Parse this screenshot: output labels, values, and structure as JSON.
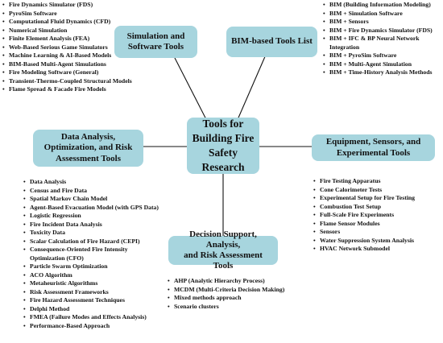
{
  "center_title": "Tools for\nBuilding Fire\nSafety Research",
  "categories": {
    "simulation": "Simulation and\nSoftware Tools",
    "bim": "BIM-based Tools List",
    "data": "Data Analysis,\nOptimization, and Risk\nAssessment Tools",
    "equipment": "Equipment, Sensors, and\nExperimental Tools",
    "decision": "Decision Support, Analysis,\nand Risk Assessment Tools"
  },
  "lists": {
    "simulation": [
      "Fire Dynamics Simulator (FDS)",
      "PyroSim Software",
      "Computational Fluid Dynamics (CFD)",
      "Numerical Simulation",
      "Finite Element Analysis (FEA)",
      "Web-Based Serious Game Simulators",
      "Machine Learning & AI-Based Models",
      "BIM-Based Multi-Agent Simulations",
      "Fire Modeling Software (General)",
      "Transient-Thermo-Coupled Structural Models",
      "Flame Spread & Facade Fire Models"
    ],
    "bim": [
      "BIM (Building Information Modeling)",
      "BIM + Simulation Software",
      "BIM + Sensors",
      "BIM + Fire Dynamics Simulator (FDS)",
      "BIM + IFC & BP Neural Network",
      "Integration",
      "BIM + PyroSim Software",
      "BIM + Multi-Agent Simulation",
      "BIM + Time-History Analysis Methods"
    ],
    "data": [
      "Data Analysis",
      "Census and Fire Data",
      "Spatial Markov Chain Model",
      "Agent-Based Evacuation Model (with GPS Data)",
      "Logistic Regression",
      "Fire Incident Data Analysis",
      "Toxicity Data",
      "Scalar Calculation of Fire Hazard (CEPI)",
      "Consequence-Oriented Fire Intensity",
      "Optimization (CFO)",
      "Particle Swarm Optimization",
      "ACO Algorithm",
      "Metaheuristic Algorithms",
      "Risk Assessment Frameworks",
      "Fire Hazard Assessment Techniques",
      "Delphi Method",
      "FMEA (Failure Modes and Effects Analysis)",
      "Performance-Based Approach"
    ],
    "equipment": [
      "Fire Testing Apparatus",
      "Cone Calorimeter Tests",
      "Experimental Setup for Fire Testing",
      "Combustion Test Setup",
      "Full-Scale Fire Experiments",
      "Flame Sensor Modules",
      "Sensors",
      "Water Suppression System Analysis",
      "HVAC Network Submodel"
    ],
    "decision": [
      "AHP (Analytic Hierarchy Process)",
      "MCDM (Multi-Criteria Decision Making)",
      "Mixed methods approach",
      "Scenario clusters"
    ]
  }
}
